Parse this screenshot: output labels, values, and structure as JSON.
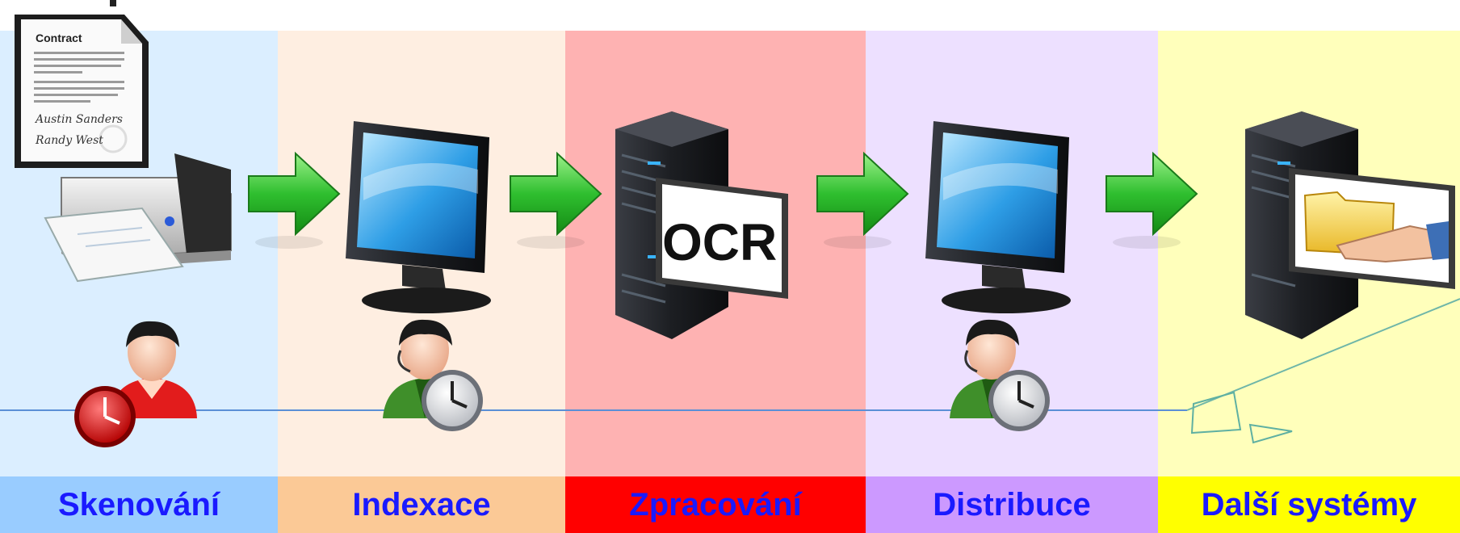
{
  "stages": [
    {
      "label": "Skenování",
      "band_color": "#dbeeff",
      "label_color": "#99ccff"
    },
    {
      "label": "Indexace",
      "band_color": "#feeee1",
      "label_color": "#fbc996"
    },
    {
      "label": "Zpracování",
      "band_color": "#feb2b2",
      "label_color": "#ff0000"
    },
    {
      "label": "Distribuce",
      "band_color": "#ede0ff",
      "label_color": "#cc99ff"
    },
    {
      "label": "Další systémy",
      "band_color": "#ffffbb",
      "label_color": "#ffff00"
    }
  ],
  "document": {
    "title": "Contract",
    "signature_1": "Austin Sanders",
    "signature_2": "Randy West"
  },
  "ocr_badge": "OCR",
  "icons": [
    "document-icon",
    "printer-icon",
    "monitor-icon",
    "server-icon",
    "ocr-badge-icon",
    "folder-hand-icon",
    "arrow-icon",
    "user-icon",
    "operator-icon",
    "clock-icon"
  ],
  "colors": {
    "label_text": "#1a1aff",
    "arrow_green": "#2fbf2f",
    "timeline": "#5b8fd6"
  }
}
